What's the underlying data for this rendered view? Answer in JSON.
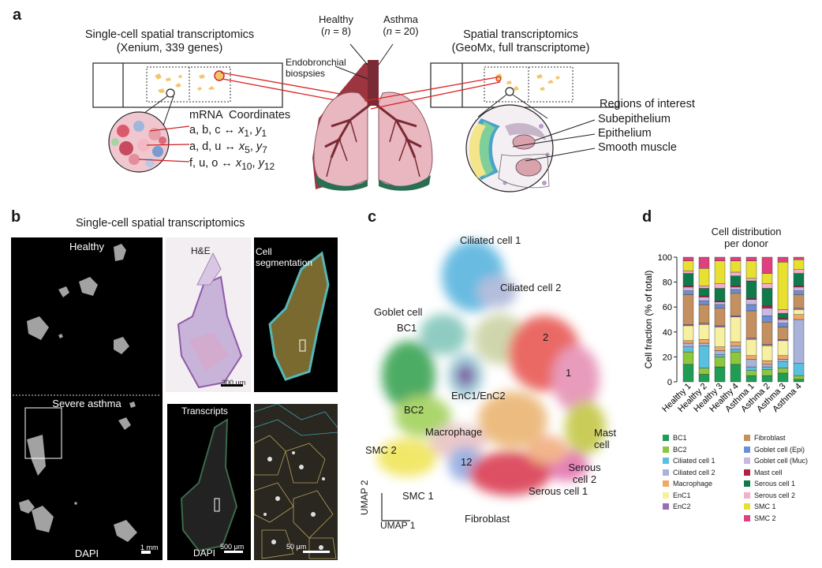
{
  "panel_a": {
    "letter": "a",
    "left_title_1": "Single-cell spatial transcriptomics",
    "left_title_2": "(Xenium, 339 genes)",
    "mrna_label": "mRNA",
    "coord_label": "Coordinates",
    "rows": [
      {
        "genes": "a, b, c ↔",
        "x": "x",
        "xs": "1",
        "y": "y",
        "ys": "1"
      },
      {
        "genes": "a, d, u ↔",
        "x": "x",
        "xs": "5",
        "y": "y",
        "ys": "7"
      },
      {
        "genes": "f, u, o ↔",
        "x": "x",
        "xs": "10",
        "y": "y",
        "ys": "12"
      }
    ],
    "healthy_1": "Healthy",
    "healthy_2_pre": "(",
    "healthy_n": "n",
    "healthy_2_post": " = 8)",
    "asthma_1": "Asthma",
    "asthma_2_pre": "(",
    "asthma_n": "n",
    "asthma_2_post": " = 20)",
    "endo_1": "Endobronchial",
    "endo_2": "biospsies",
    "right_title_1": "Spatial transcriptomics",
    "right_title_2": "(GeoMx, full transcriptome)",
    "roi_title": "Regions of interest",
    "roi_items": [
      "Subepithelium",
      "Epithelium",
      "Smooth muscle"
    ]
  },
  "panel_b": {
    "letter": "b",
    "title": "Single-cell spatial transcriptomics",
    "healthy": "Healthy",
    "severe": "Severe asthma",
    "dapi": "DAPI",
    "scale_1mm": "1 mm",
    "he": "H&E",
    "scale_300": "300 μm",
    "seg_1": "Cell",
    "seg_2": "segmentation",
    "transcripts": "Transcripts",
    "dapi2": "DAPI",
    "scale_500": "500 μm",
    "scale_50": "50 μm"
  },
  "panel_c": {
    "letter": "c",
    "labels": {
      "cil1": "Ciliated cell 1",
      "cil2": "Ciliated cell 2",
      "goblet": "Goblet cell",
      "bc1": "BC1",
      "bc2": "BC2",
      "encs": "EnC1/EnC2",
      "macro": "Macrophage",
      "smc2": "SMC 2",
      "smc1": "SMC 1",
      "n12": "12",
      "n2": "2",
      "n1": "1",
      "mast_1": "Mast",
      "mast_2": "cell",
      "serous2_1": "Serous",
      "serous2_2": "cell 2",
      "serous1": "Serous cell 1",
      "fibro": "Fibroblast"
    },
    "umap1": "UMAP 1",
    "umap2": "UMAP 2"
  },
  "panel_d": {
    "letter": "d",
    "title_1": "Cell distribution",
    "title_2": "per donor",
    "chart_data": {
      "type": "bar",
      "stacked": true,
      "ylabel": "Cell fraction (% of total)",
      "ylim": [
        0,
        100
      ],
      "yticks": [
        0,
        20,
        40,
        60,
        80,
        100
      ],
      "categories": [
        "Healthy 1",
        "Healthy 2",
        "Healthy 3",
        "Healthy 4",
        "Asthma 1",
        "Asthma 2",
        "Asthma 3",
        "Asthma 4"
      ],
      "series": [
        {
          "name": "BC1",
          "color": "#1f9d55",
          "values": [
            14,
            6,
            12,
            14,
            5,
            5,
            7,
            2
          ]
        },
        {
          "name": "BC2",
          "color": "#8dc63f",
          "values": [
            10,
            5,
            8,
            10,
            4,
            5,
            4,
            3
          ]
        },
        {
          "name": "Ciliated cell 1",
          "color": "#5bc0de",
          "values": [
            4,
            18,
            2,
            2,
            3,
            2,
            5,
            10
          ]
        },
        {
          "name": "Ciliated cell 2",
          "color": "#a9b3d9",
          "values": [
            3,
            2,
            3,
            3,
            6,
            2,
            2,
            35
          ]
        },
        {
          "name": "Macrophage",
          "color": "#f0a868",
          "values": [
            2,
            3,
            3,
            3,
            3,
            3,
            3,
            4
          ]
        },
        {
          "name": "EnC1",
          "color": "#f6f0a0",
          "values": [
            12,
            12,
            16,
            20,
            13,
            12,
            12,
            4
          ]
        },
        {
          "name": "EnC2",
          "color": "#9b6fb6",
          "values": [
            1,
            1,
            1,
            1,
            1,
            1,
            1,
            1
          ]
        },
        {
          "name": "Fibroblast",
          "color": "#c49060",
          "values": [
            24,
            15,
            14,
            18,
            22,
            18,
            10,
            11
          ]
        },
        {
          "name": "Goblet cell (Epi)",
          "color": "#6b8fd6",
          "values": [
            3,
            3,
            3,
            3,
            5,
            5,
            3,
            3
          ]
        },
        {
          "name": "Goblet cell (Muc)",
          "color": "#c9b8e0",
          "values": [
            3,
            3,
            2,
            2,
            4,
            6,
            3,
            3
          ]
        },
        {
          "name": "Mast cell",
          "color": "#b31f47",
          "values": [
            1,
            1,
            1,
            1,
            1,
            2,
            1,
            1
          ]
        },
        {
          "name": "Serous cell 1",
          "color": "#0f7a4a",
          "values": [
            10,
            6,
            10,
            8,
            14,
            14,
            4,
            10
          ]
        },
        {
          "name": "Serous cell 2",
          "color": "#f4b0c8",
          "values": [
            2,
            2,
            4,
            3,
            2,
            4,
            3,
            3
          ]
        },
        {
          "name": "SMC 1",
          "color": "#e8e030",
          "values": [
            8,
            14,
            18,
            9,
            14,
            8,
            38,
            8
          ]
        },
        {
          "name": "SMC 2",
          "color": "#e0407f",
          "values": [
            3,
            9,
            3,
            3,
            3,
            13,
            4,
            2
          ]
        }
      ]
    }
  }
}
